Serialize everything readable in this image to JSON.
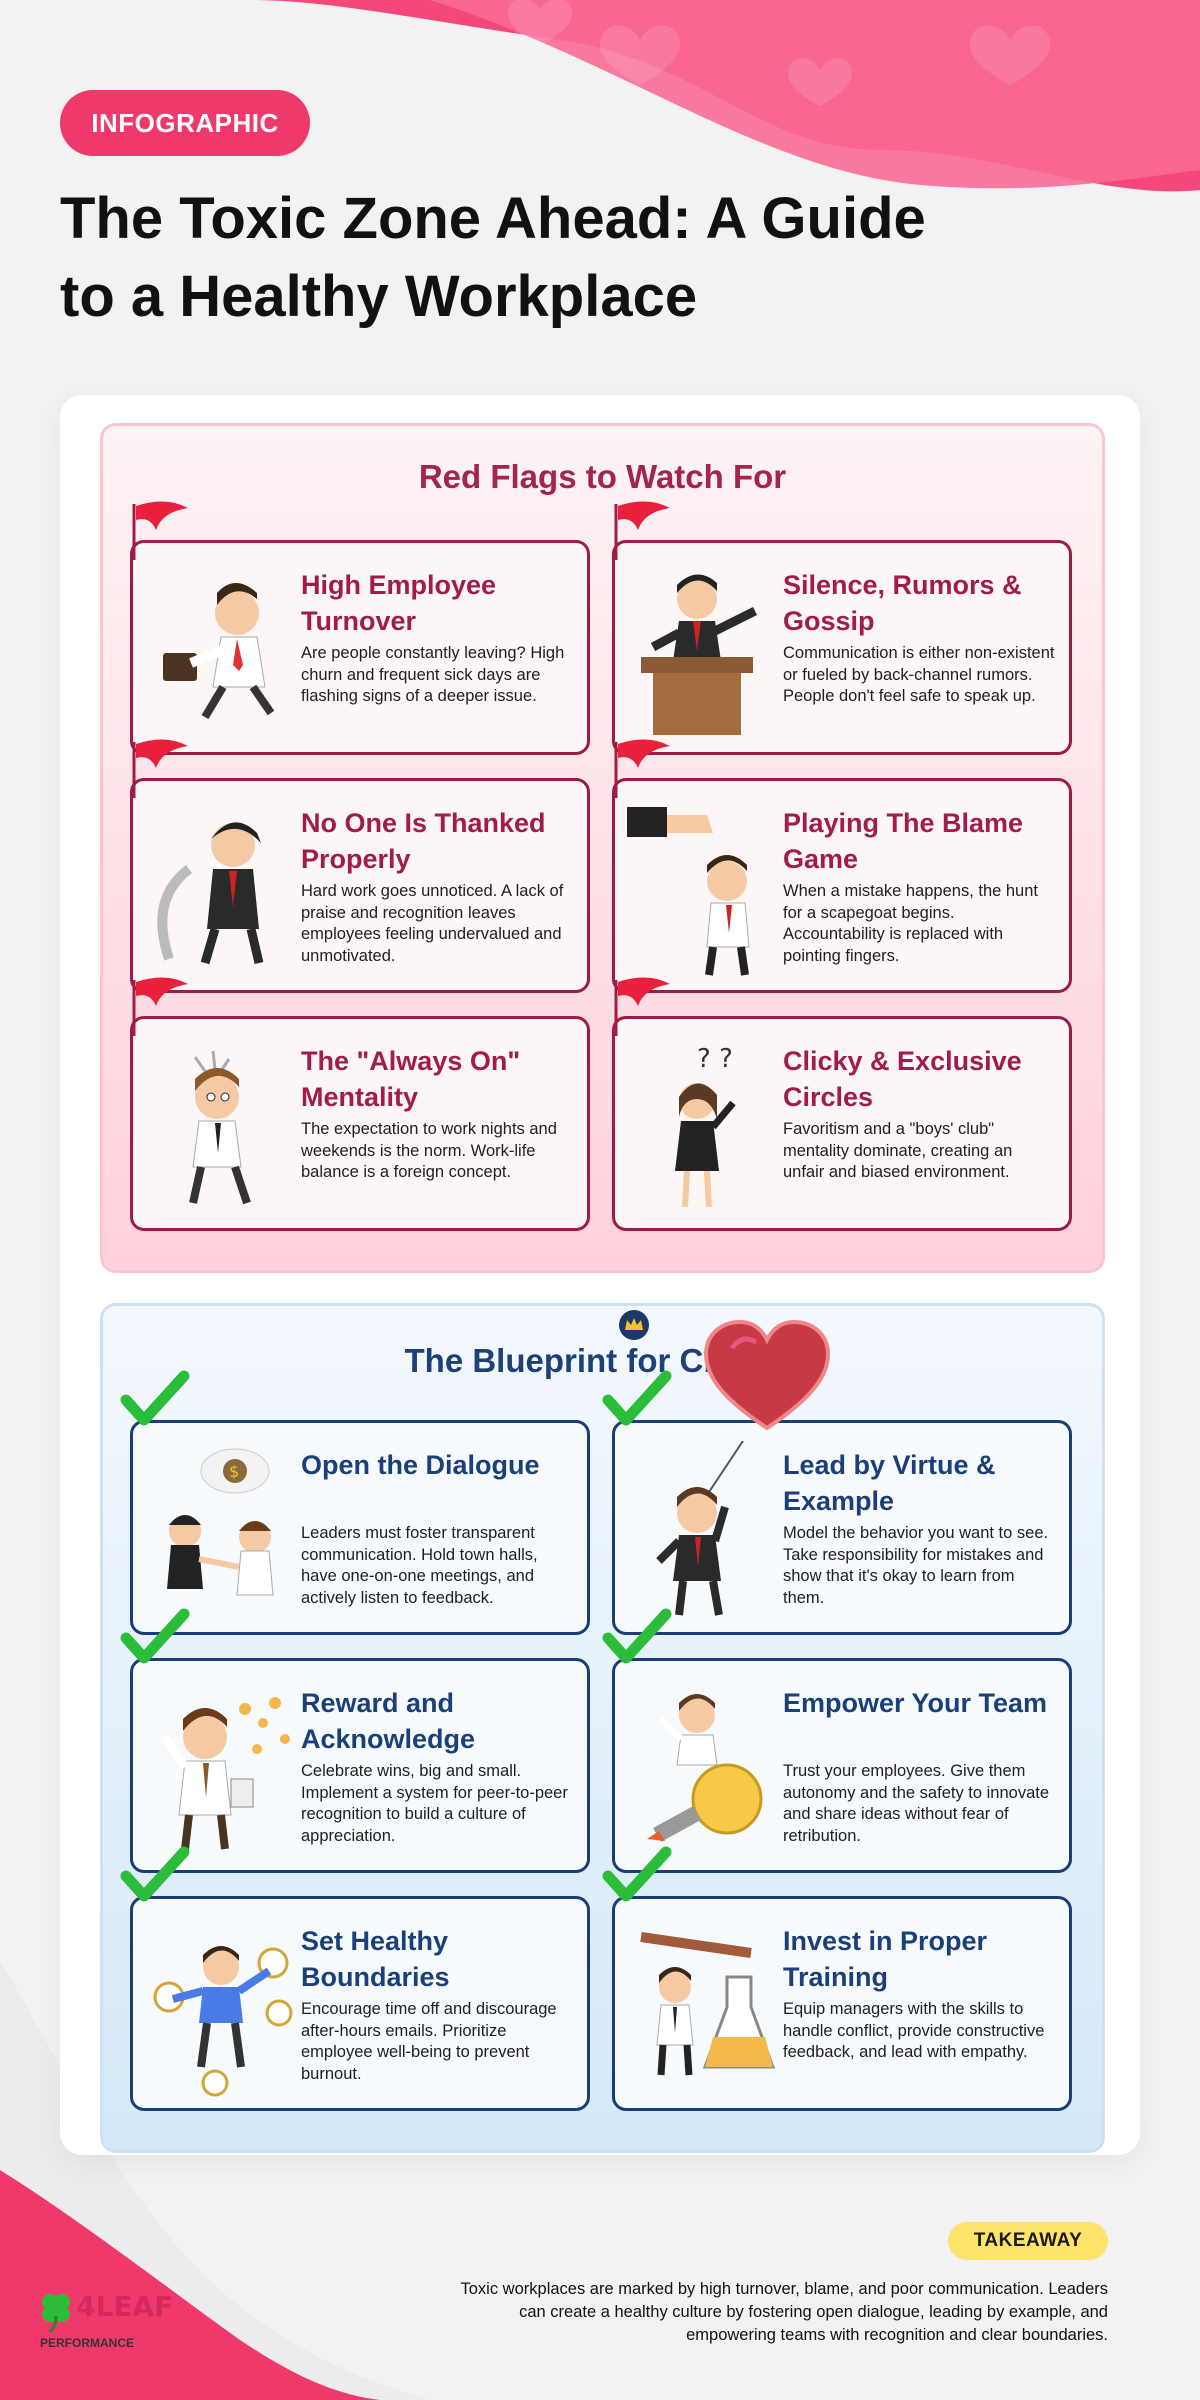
{
  "badge": "INFOGRAPHIC",
  "title": "The Toxic Zone Ahead: A Guide to a Healthy Workplace",
  "red_section": {
    "title": "Red Flags to Watch For",
    "cards": [
      {
        "title": "High Employee Turnover",
        "text": "Are people constantly leaving? High churn and frequent sick days are flashing signs of a deeper issue."
      },
      {
        "title": "Silence, Rumors & Gossip",
        "text": "Communication is either non-existent or fueled by back-channel rumors. People don't feel safe to speak up."
      },
      {
        "title": "No One Is Thanked Properly",
        "text": "Hard work goes unnoticed. A lack of praise and recognition leaves employees feeling undervalued and unmotivated."
      },
      {
        "title": "Playing The Blame Game",
        "text": "When a mistake happens, the hunt for a scapegoat begins. Accountability is replaced with pointing fingers."
      },
      {
        "title": "The \"Always On\" Mentality",
        "text": "The expectation to work nights and weekends is the norm. Work-life balance is a foreign concept."
      },
      {
        "title": "Clicky & Exclusive Circles",
        "text": "Favoritism and a \"boys' club\" mentality dominate, creating an unfair and biased environment."
      }
    ]
  },
  "blue_section": {
    "title": "The Blueprint for Change",
    "cards": [
      {
        "title": "Open the Dialogue",
        "text": "Leaders must foster transparent communication. Hold town halls, have one-on-one meetings, and actively listen to feedback."
      },
      {
        "title": "Lead by Virtue & Example",
        "text": "Model the behavior you want to see. Take responsibility for mistakes and show that it's okay to learn from them."
      },
      {
        "title": "Reward and Acknowledge",
        "text": "Celebrate wins, big and small. Implement a system for peer-to-peer recognition to build a culture of appreciation."
      },
      {
        "title": "Empower Your Team",
        "text": "Trust your employees. Give them autonomy and the safety to innovate and share ideas without fear of retribution."
      },
      {
        "title": "Set Healthy Boundaries",
        "text": "Encourage time off and discourage after-hours emails. Prioritize employee well-being to prevent burnout."
      },
      {
        "title": "Invest in Proper Training",
        "text": "Equip managers with the skills to handle conflict, provide constructive feedback, and lead with empathy."
      }
    ]
  },
  "takeaway": {
    "label": "TAKEAWAY",
    "text": "Toxic workplaces are marked by high turnover, blame, and poor communication. Leaders can create a healthy culture by fostering open dialogue, leading by example, and empowering teams with recognition and clear boundaries."
  },
  "logo": {
    "brand": "4LEAF",
    "tagline": "PERFORMANCE"
  },
  "colors": {
    "accent_pink": "#f0396b",
    "red_title": "#a22450",
    "blue_title": "#1d4176",
    "check_green": "#2bbd3a",
    "flag_red": "#e8203c",
    "takeaway_yellow": "#fde36a"
  },
  "icons": [
    "red-flag-icon",
    "green-check-icon",
    "heart-icon",
    "crown-icon",
    "clover-logo-icon"
  ]
}
